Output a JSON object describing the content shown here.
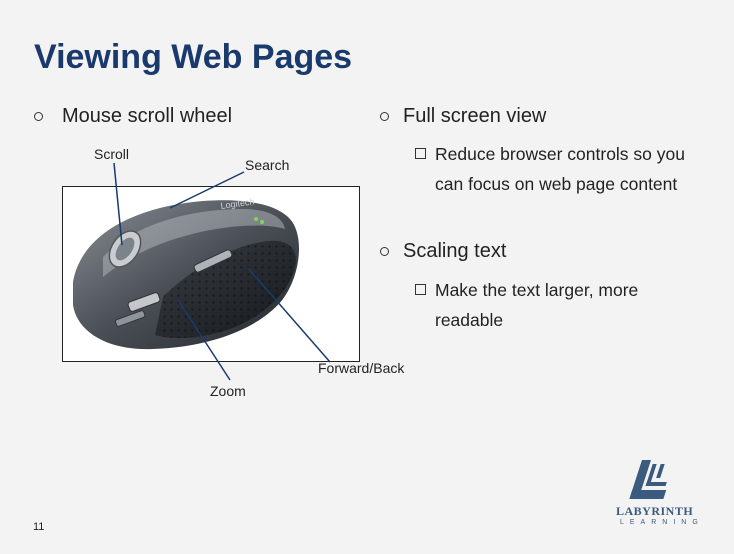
{
  "slide": {
    "title": "Viewing Web Pages",
    "left_column": {
      "bullet": "Mouse scroll wheel"
    },
    "right_column": {
      "bullets": [
        {
          "text": "Full screen view",
          "sub": "Reduce browser controls so you can focus on web page content"
        },
        {
          "text": "Scaling text",
          "sub": "Make the text larger, more readable"
        }
      ]
    },
    "callouts": {
      "scroll": "Scroll",
      "search": "Search",
      "forward_back": "Forward/Back",
      "zoom": "Zoom"
    },
    "page_number": "11",
    "logo": {
      "brand": "LABYRINTH",
      "sub": "LEARNING",
      "mark": "L-maze-icon"
    },
    "colors": {
      "title": "#1a3a6e",
      "background": "#f3f3f3",
      "logo": "#3a5a7e"
    }
  }
}
